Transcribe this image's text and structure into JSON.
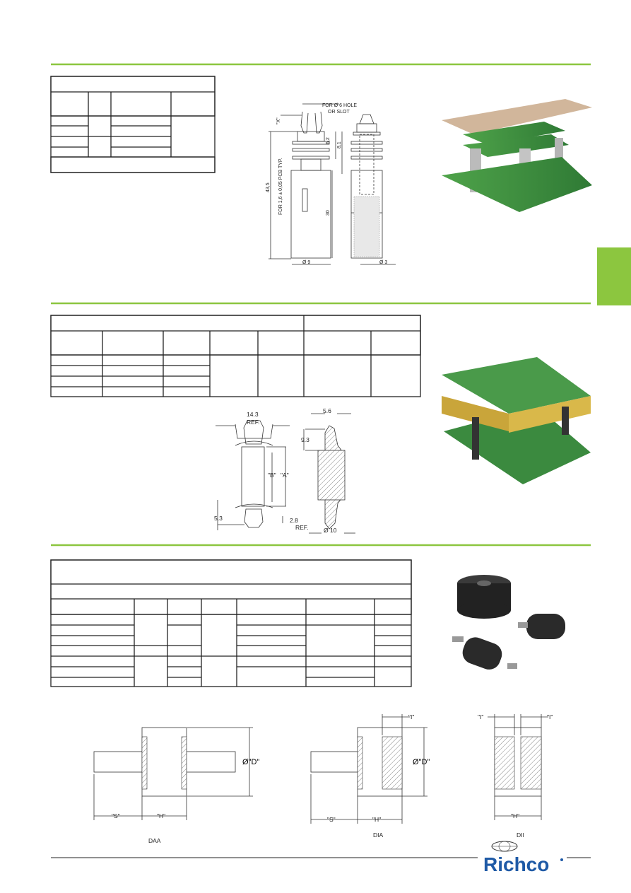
{
  "colors": {
    "accent_green": "#8cc63f",
    "table_header": "#dfe7f4",
    "brand_blue": "#1f5aa6"
  },
  "section1": {
    "drawing": {
      "hole_note_1": "FOR Ø 6 HOLE",
      "hole_note_2": "OR SLOT",
      "dim_x": "\"X\"",
      "dim_62": "6,2",
      "dim_81": "8,1",
      "dim_435": "43,5",
      "pcb_note": "FOR 1,6 ± 0,05 PCB TYP.",
      "dim_30": "30",
      "dia_9": "Ø 9",
      "dia_3": "Ø 3"
    }
  },
  "section2": {
    "drawing": {
      "dim_143": "14.3",
      "ref1": "REF.",
      "dim_56": "5.6",
      "dim_93": "9.3",
      "dim_b": "\"B\"",
      "dim_a": "\"A\"",
      "dim_53": "5.3",
      "dim_28": "2.8",
      "ref2": "REF.",
      "dia_10": "Ø 10"
    }
  },
  "section3": {
    "drawings": [
      {
        "caption": "DAA",
        "s": "\"S\"",
        "h": "\"H\"",
        "d": "Ø\"D\""
      },
      {
        "caption": "DIA",
        "s": "\"S\"",
        "h": "\"H\"",
        "d": "Ø\"D\"",
        "i": "\"I\""
      },
      {
        "caption": "DII",
        "h": "\"H\"",
        "i1": "\"I\"",
        "i2": "\"I\""
      }
    ]
  },
  "footer": {
    "logo_text": "Richco"
  }
}
